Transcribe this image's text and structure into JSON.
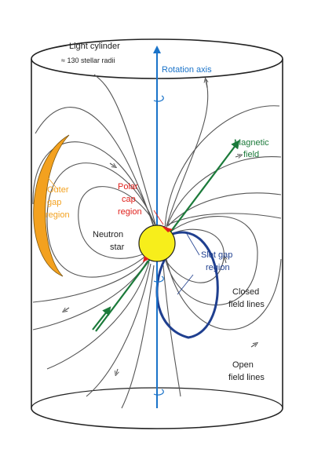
{
  "labels": {
    "light_cylinder": "Light cylinder",
    "light_cylinder_radius": "≈ 130 stellar radii",
    "rotation_axis": "Rotation axis",
    "magnetic_field_1": "Magnetic",
    "magnetic_field_2": "field",
    "outer_gap_1": "Outer",
    "outer_gap_2": "gap",
    "outer_gap_3": "region",
    "polar_cap_1": "Polar",
    "polar_cap_2": "cap",
    "polar_cap_3": "region",
    "neutron_star_1": "Neutron",
    "neutron_star_2": "star",
    "slot_gap_1": "Slot gap",
    "slot_gap_2": "region",
    "closed_field_lines_1": "Closed",
    "closed_field_lines_2": "field lines",
    "open_field_lines_1": "Open",
    "open_field_lines_2": "field lines"
  },
  "colors": {
    "outline": "#222222",
    "field_line": "#555555",
    "rotation_axis": "#1a73c9",
    "magnetic_field": "#1b7a3a",
    "outer_gap": "#f3a11f",
    "polar_cap": "#e0201b",
    "slot_gap": "#1f3f8f",
    "neutron_star": "#f7ee1b"
  }
}
